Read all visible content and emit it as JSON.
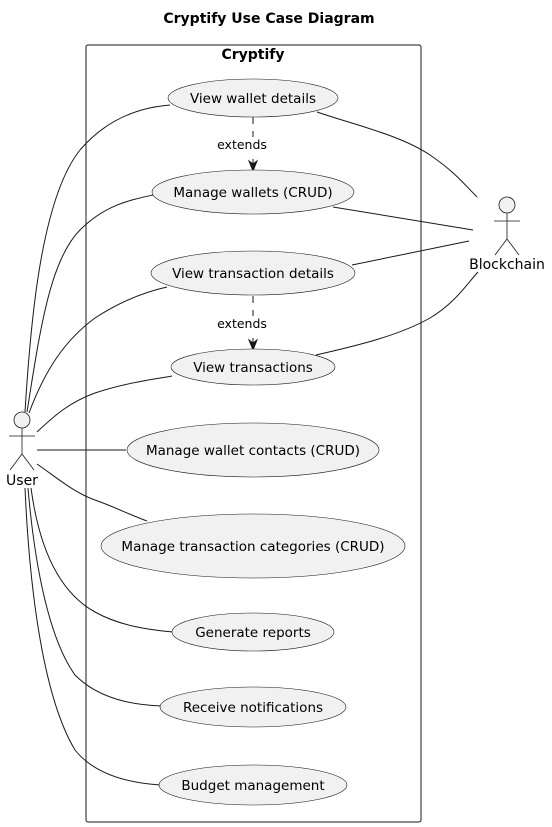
{
  "diagram": {
    "title": "Cryptify Use Case Diagram",
    "system_name": "Cryptify",
    "actors": {
      "user": "User",
      "blockchain": "Blockchain"
    },
    "use_cases": {
      "view_wallet_details": "View wallet details",
      "manage_wallets": "Manage wallets (CRUD)",
      "view_transaction_details": "View transaction details",
      "view_transactions": "View transactions",
      "manage_wallet_contacts": "Manage wallet contacts (CRUD)",
      "manage_transaction_categories": "Manage transaction categories (CRUD)",
      "generate_reports": "Generate reports",
      "receive_notifications": "Receive notifications",
      "budget_management": "Budget management"
    },
    "relationships": {
      "extends_1": "extends",
      "extends_2": "extends"
    }
  }
}
